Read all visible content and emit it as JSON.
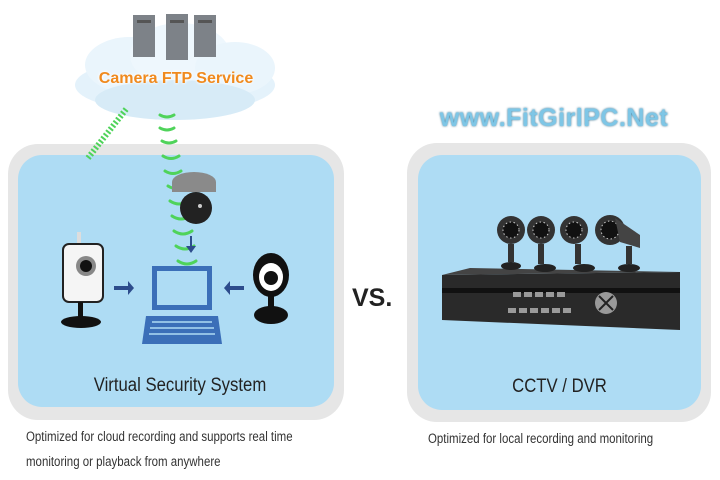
{
  "cloud": {
    "label": "Camera FTP Service"
  },
  "watermark": "www.FitGirlPC.Net",
  "vs_label": "VS.",
  "left_panel": {
    "title": "Virtual Security System",
    "caption_lines": [
      "Optimized for cloud recording and supports real time",
      "monitoring or playback from anywhere"
    ]
  },
  "right_panel": {
    "title": "CCTV / DVR",
    "caption": "Optimized for local recording and monitoring"
  },
  "colors": {
    "panel_blue": "#aedcf4",
    "panel_border": "#e6e6e6",
    "cloud_text": "#f08a1e",
    "signal_green": "#4fd35a",
    "laptop_blue": "#3b6fb8"
  }
}
